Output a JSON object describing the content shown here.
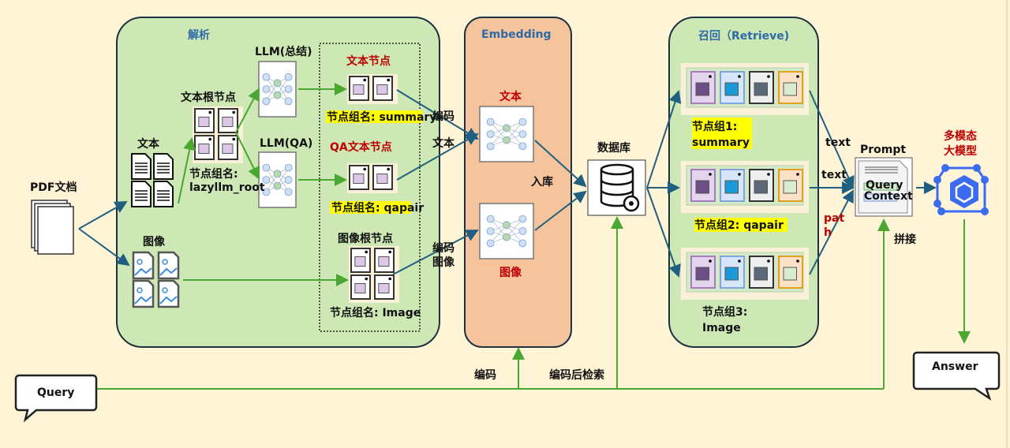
{
  "colors": {
    "background": "#fff4d6",
    "panel_green": "#cde8b5",
    "panel_orange": "#f5c49c",
    "arrow_blue": "#1f5f80",
    "arrow_green": "#4aa832",
    "highlight": "#ffff00",
    "red_text": "#c00000",
    "title_blue": "#2e6aa6"
  },
  "input": {
    "pdf_label": "PDF文档",
    "query": "Query"
  },
  "parse": {
    "title": "解析",
    "text_label": "文本",
    "image_label": "图像",
    "text_root": "文本根节点",
    "root_group_prefix": "节点组名:",
    "root_group_name": "lazyllm_root",
    "llm_summary": "LLM(总结)",
    "llm_qa": "LLM(QA)",
    "text_nodes": "文本节点",
    "summary_group": "节点组名: summary",
    "qa_nodes": "QA文本节点",
    "qa_group": "节点组名: qapair",
    "image_root": "图像根节点",
    "image_group": "节点组名: Image"
  },
  "edges": {
    "encode_text": [
      "编码",
      "文本"
    ],
    "encode_image": [
      "编码",
      "图像"
    ],
    "store": "入库",
    "encode": "编码",
    "encode_search": "编码后检索",
    "text1": "text",
    "text2": "text",
    "path": [
      "pat",
      "h"
    ],
    "concat": "拼接"
  },
  "embedding": {
    "title": "Embedding",
    "text": "文本",
    "image": "图像"
  },
  "database": {
    "label": "数据库"
  },
  "retrieve": {
    "title": "召回（Retrieve)",
    "group1": [
      "节点组1:",
      "summary"
    ],
    "group2": "节点组2: qapair",
    "group3": [
      "节点组3:",
      "Image"
    ]
  },
  "prompt": {
    "label": "Prompt",
    "query_field": "Query",
    "context_field": "Context"
  },
  "model": {
    "label": [
      "多模态",
      "大模型"
    ]
  },
  "output": {
    "answer": "Answer"
  }
}
